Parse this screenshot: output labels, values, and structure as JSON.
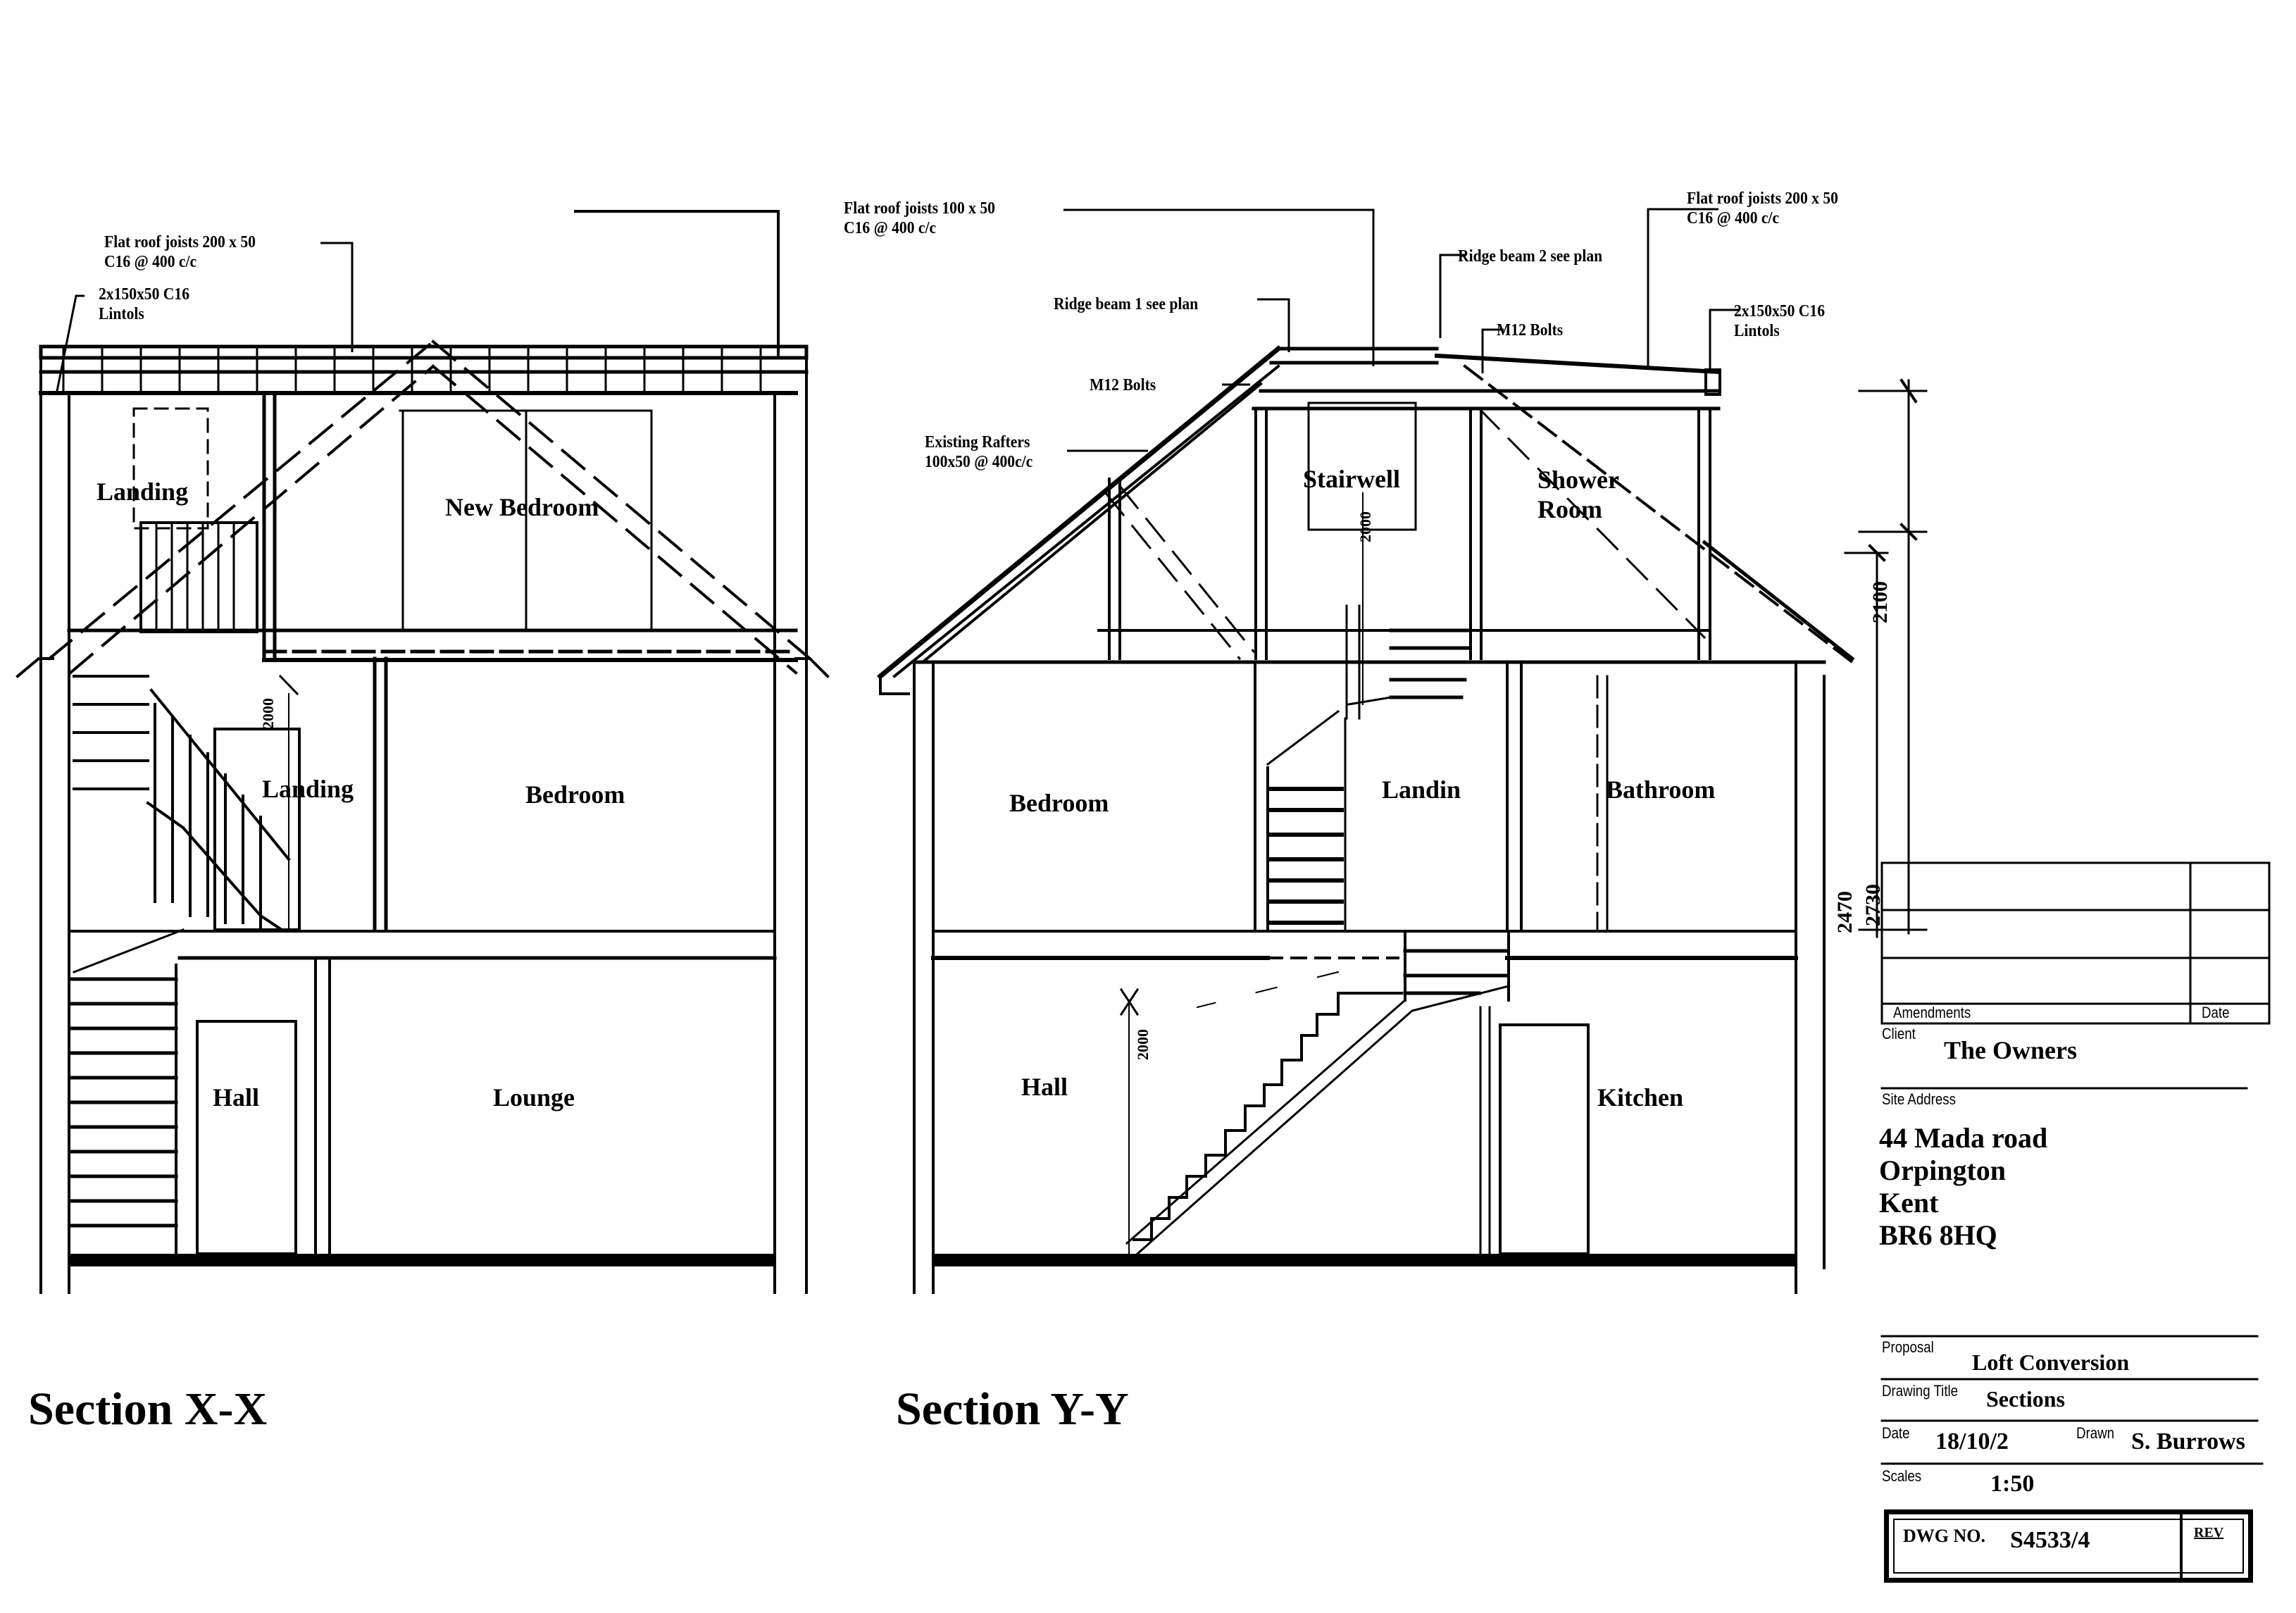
{
  "sections": {
    "xx": {
      "title": "Section X-X",
      "notes": {
        "flat_roof_joists": [
          "Flat roof joists 200 x 50",
          "C16 @ 400 c/c"
        ],
        "lintols": [
          "2x150x50 C16",
          "Lintols"
        ]
      },
      "rooms": {
        "loft_landing": "Landing",
        "new_bedroom": "New Bedroom",
        "first_landing": "Landing",
        "bedroom": "Bedroom",
        "hall": "Hall",
        "lounge": "Lounge"
      },
      "dimensions": {
        "stair_headroom": "2000"
      }
    },
    "yy": {
      "title": "Section Y-Y",
      "notes": {
        "flat_roof_joists_100": [
          "Flat roof joists 100 x 50",
          "C16 @ 400 c/c"
        ],
        "ridge_beam_1": "Ridge beam 1 see plan",
        "ridge_beam_2": "Ridge beam 2 see plan",
        "m12_bolts_left": "M12 Bolts",
        "m12_bolts_right": "M12 Bolts",
        "existing_rafters": [
          "Existing Rafters",
          "100x50 @ 400c/c"
        ],
        "flat_roof_joists_200": [
          "Flat roof joists 200 x 50",
          "C16 @ 400 c/c"
        ],
        "lintols": [
          "2x150x50 C16",
          "Lintols"
        ]
      },
      "rooms": {
        "stairwell": "Stairwell",
        "shower_room": [
          "Shower",
          "Room"
        ],
        "bedroom": "Bedroom",
        "landing": "Landin",
        "bathroom": "Bathroom",
        "hall": "Hall",
        "kitchen": "Kitchen"
      },
      "dimensions": {
        "loft_headroom": "2000",
        "stair_headroom": "2000",
        "loft_height": "2100",
        "first_floor_height": "2470",
        "first_floor_height_alt": "2730"
      }
    }
  },
  "title_block": {
    "amendments_label": "Amendments",
    "date_col_label": "Date",
    "client_label": "Client",
    "client": "The Owners",
    "site_address_label": "Site Address",
    "site_address": [
      "44 Mada road",
      "Orpington",
      "Kent",
      "BR6 8HQ"
    ],
    "proposal_label": "Proposal",
    "proposal": "Loft Conversion",
    "drawing_title_label": "Drawing Title",
    "drawing_title": "Sections",
    "date_label": "Date",
    "date": "18/10/2",
    "drawn_label": "Drawn",
    "drawn_by": "S. Burrows",
    "scales_label": "Scales",
    "scale": "1:50",
    "dwg_no_label": "DWG NO.",
    "dwg_no": "S4533/4",
    "rev_label": "REV"
  }
}
